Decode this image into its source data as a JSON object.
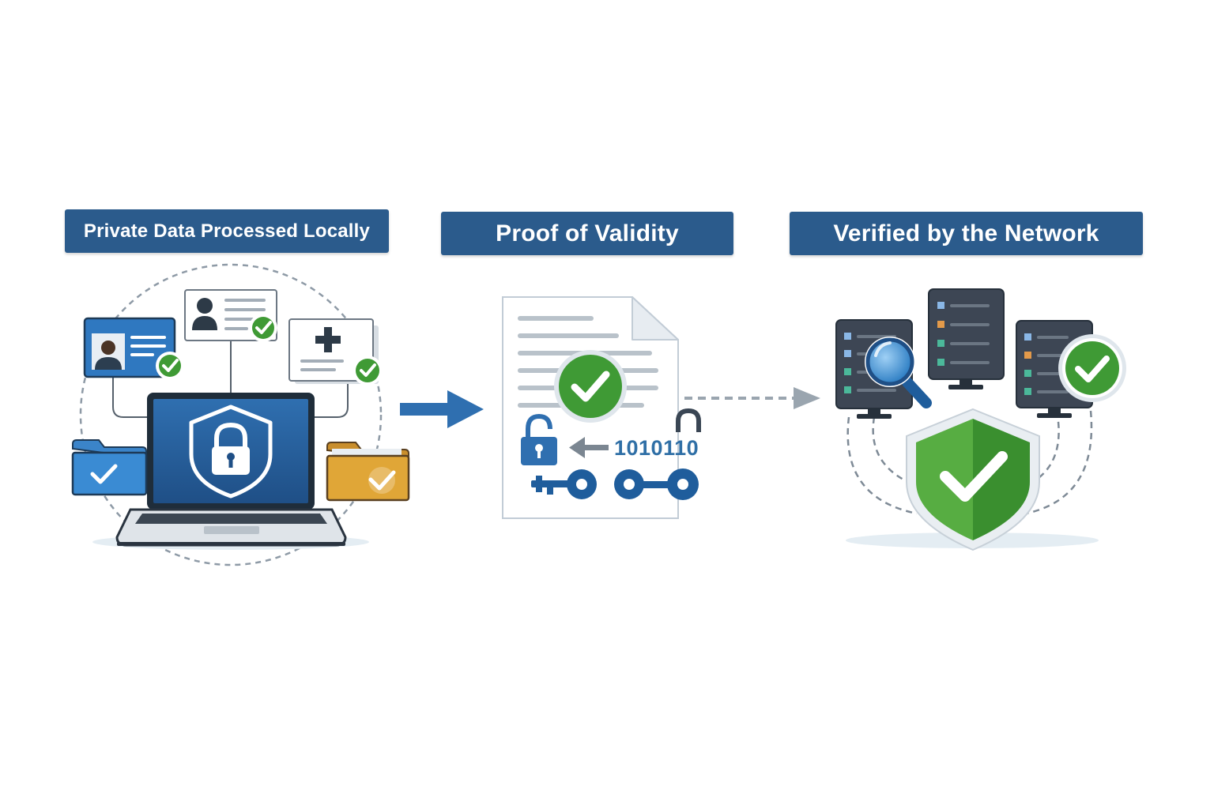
{
  "stages": [
    {
      "title": "Private Data Processed Locally"
    },
    {
      "title": "Proof of Validity"
    },
    {
      "title": "Verified by the Network"
    }
  ],
  "proof": {
    "binary": "1010110"
  },
  "colors": {
    "banner": "#2b5b8c",
    "accent_blue": "#2f6fa6",
    "check_green": "#3f9a35",
    "folder_gold": "#e0a637",
    "server_dark": "#3d4654"
  },
  "icons": [
    "laptop-icon",
    "shield-lock-icon",
    "id-card-icon",
    "profile-card-icon",
    "medical-card-icon",
    "folder-icon",
    "document-icon",
    "padlock-icon",
    "key-icon",
    "server-icon",
    "magnifier-icon",
    "shield-check-icon",
    "check-badge-icon"
  ]
}
